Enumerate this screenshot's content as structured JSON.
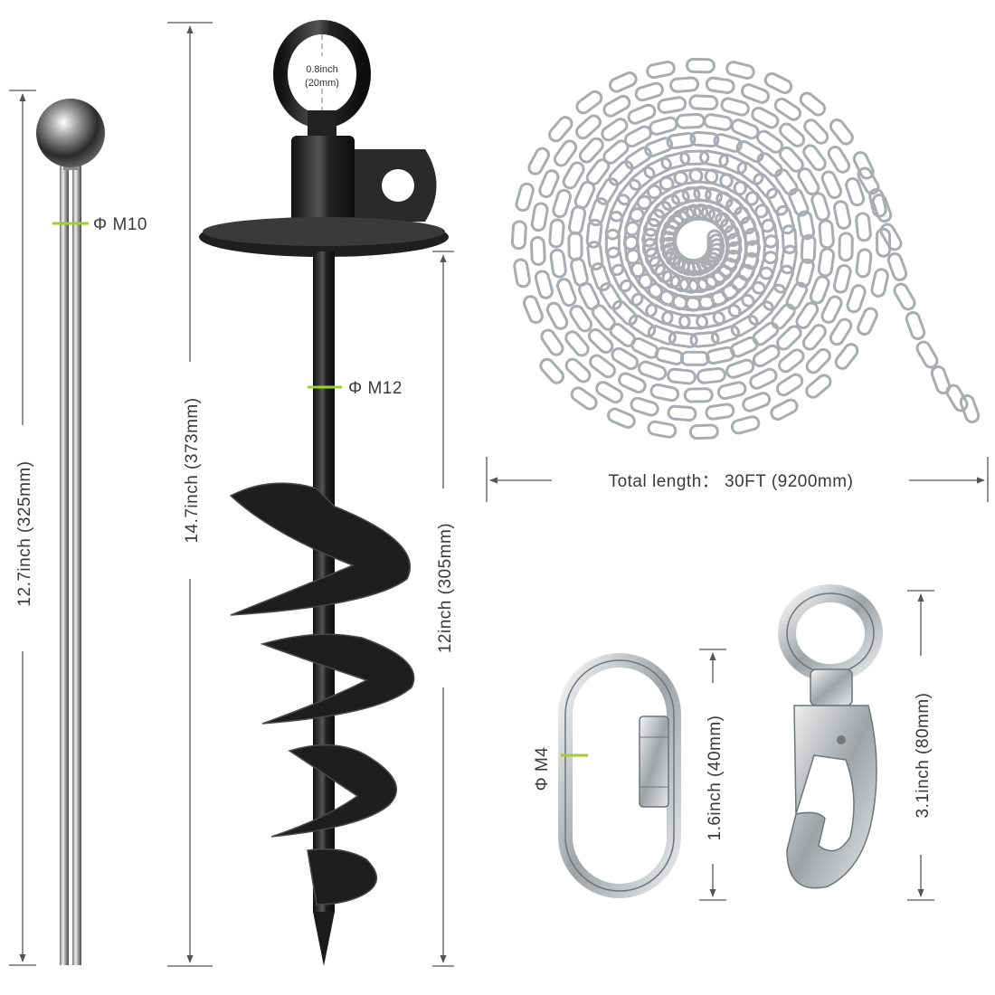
{
  "rod": {
    "length_label": "12.7inch (325mm)",
    "diameter_label": "Φ M10"
  },
  "auger": {
    "total_length_label": "14.7inch (373mm)",
    "shaft_length_label": "12inch (305mm)",
    "diameter_label": "Φ M12",
    "eye_size_label_line1": "0.8inch",
    "eye_size_label_line2": "(20mm)"
  },
  "chain": {
    "length_label": "Total length： 30FT (9200mm)"
  },
  "quick_link": {
    "length_label": "1.6inch (40mm)",
    "diameter_label": "Φ M4"
  },
  "swivel_snap": {
    "length_label": "3.1inch (80mm)"
  },
  "colors": {
    "accent_green": "#9bd22a",
    "metal_dark": "#2b2b2b",
    "metal_silver": "#bfc3c7"
  }
}
